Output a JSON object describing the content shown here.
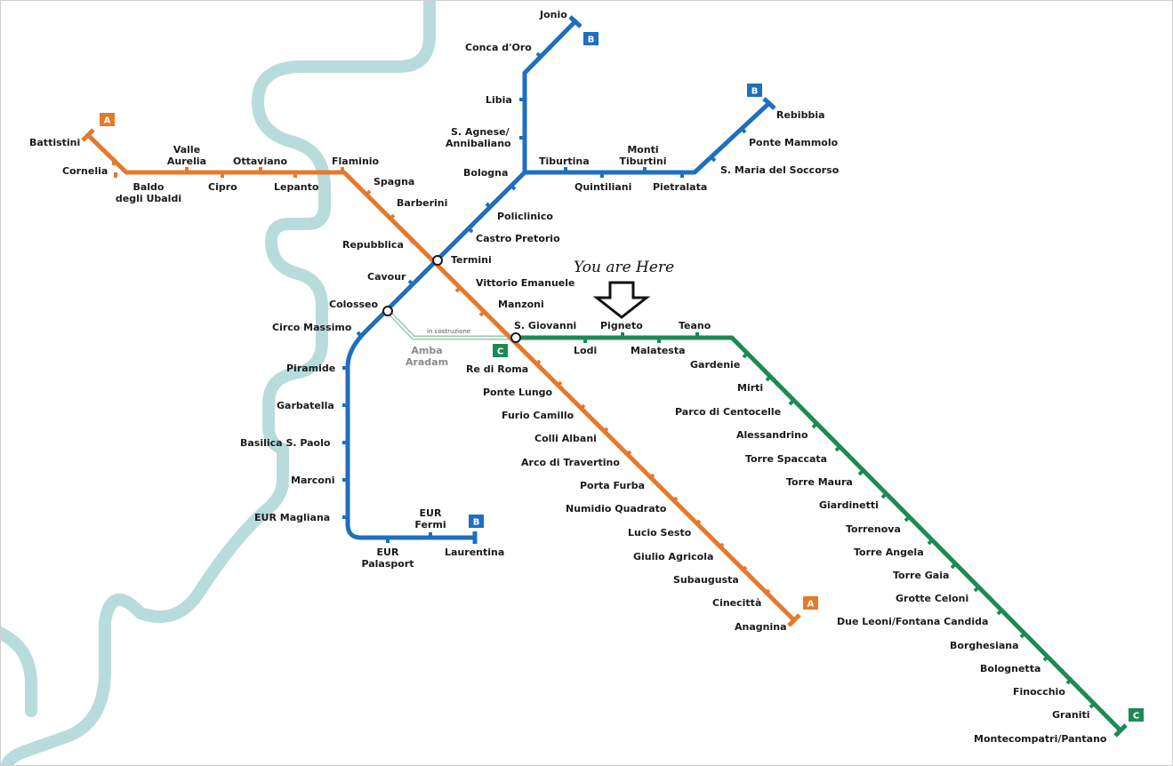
{
  "colors": {
    "line_a": "#e5792c",
    "line_b": "#1e6fbf",
    "line_c": "#1d8a55",
    "river": "#b8dcdc",
    "badge_c": "#1d8a55",
    "badge_a": "#e5792c",
    "badge_b": "#1e6fbf",
    "construction": "#9ac9b0"
  },
  "lines": {
    "a": {
      "badge": "A"
    },
    "b": {
      "badge": "B"
    },
    "c": {
      "badge": "C"
    }
  },
  "construction_label": "in costruzione",
  "you_are_here": "You are Here",
  "stations": {
    "battistini": "Battistini",
    "cornelia": "Cornelia",
    "baldo_line1": "Baldo",
    "baldo_line2": "degli Ubaldi",
    "valle_line1": "Valle",
    "valle_line2": "Aurelia",
    "cipro": "Cipro",
    "ottaviano": "Ottaviano",
    "lepanto": "Lepanto",
    "flaminio": "Flaminio",
    "spagna": "Spagna",
    "barberini": "Barberini",
    "repubblica": "Repubblica",
    "termini": "Termini",
    "vittorio": "Vittorio Emanuele",
    "manzoni": "Manzoni",
    "s_giovanni": "S. Giovanni",
    "re_di_roma": "Re di Roma",
    "ponte_lungo": "Ponte Lungo",
    "furio_camillo": "Furio Camillo",
    "colli_albani": "Colli Albani",
    "arco": "Arco di Travertino",
    "porta_furba": "Porta Furba",
    "numidio": "Numidio Quadrato",
    "lucio_sesto": "Lucio Sesto",
    "giulio_agricola": "Giulio Agricola",
    "subaugusta": "Subaugusta",
    "cinecitta": "Cinecittà",
    "anagnina": "Anagnina",
    "jonio": "Jonio",
    "conca_doro": "Conca d'Oro",
    "libia": "Libia",
    "s_agnese_line1": "S. Agnese/",
    "s_agnese_line2": "Annibaliano",
    "bologna": "Bologna",
    "tiburtina": "Tiburtina",
    "quintiliani": "Quintiliani",
    "monti_line1": "Monti",
    "monti_line2": "Tiburtini",
    "pietralata": "Pietralata",
    "s_maria": "S. Maria del Soccorso",
    "ponte_mammolo": "Ponte Mammolo",
    "rebibbia": "Rebibbia",
    "policlinico": "Policlinico",
    "castro_pretorio": "Castro Pretorio",
    "cavour": "Cavour",
    "colosseo": "Colosseo",
    "circo_massimo": "Circo Massimo",
    "piramide": "Piramide",
    "garbatella": "Garbatella",
    "basilica": "Basilica S. Paolo",
    "marconi": "Marconi",
    "eur_magliana": "EUR Magliana",
    "eur_palasport_line1": "EUR",
    "eur_palasport_line2": "Palasport",
    "eur_fermi_line1": "EUR",
    "eur_fermi_line2": "Fermi",
    "laurentina": "Laurentina",
    "amba_line1": "Amba",
    "amba_line2": "Aradam",
    "lodi": "Lodi",
    "pigneto": "Pigneto",
    "malatesta": "Malatesta",
    "teano": "Teano",
    "gardenie": "Gardenie",
    "mirti": "Mirti",
    "parco": "Parco di Centocelle",
    "alessandrino": "Alessandrino",
    "torre_spaccata": "Torre Spaccata",
    "torre_maura": "Torre Maura",
    "giardinetti": "Giardinetti",
    "torrenova": "Torrenova",
    "torre_angela": "Torre Angela",
    "torre_gaia": "Torre Gaia",
    "grotte_celoni": "Grotte Celoni",
    "due_leoni": "Due Leoni/Fontana Candida",
    "borghesiana": "Borghesiana",
    "bolognetta": "Bolognetta",
    "finocchio": "Finocchio",
    "graniti": "Graniti",
    "montecompatri": "Montecompatri/Pantano"
  }
}
